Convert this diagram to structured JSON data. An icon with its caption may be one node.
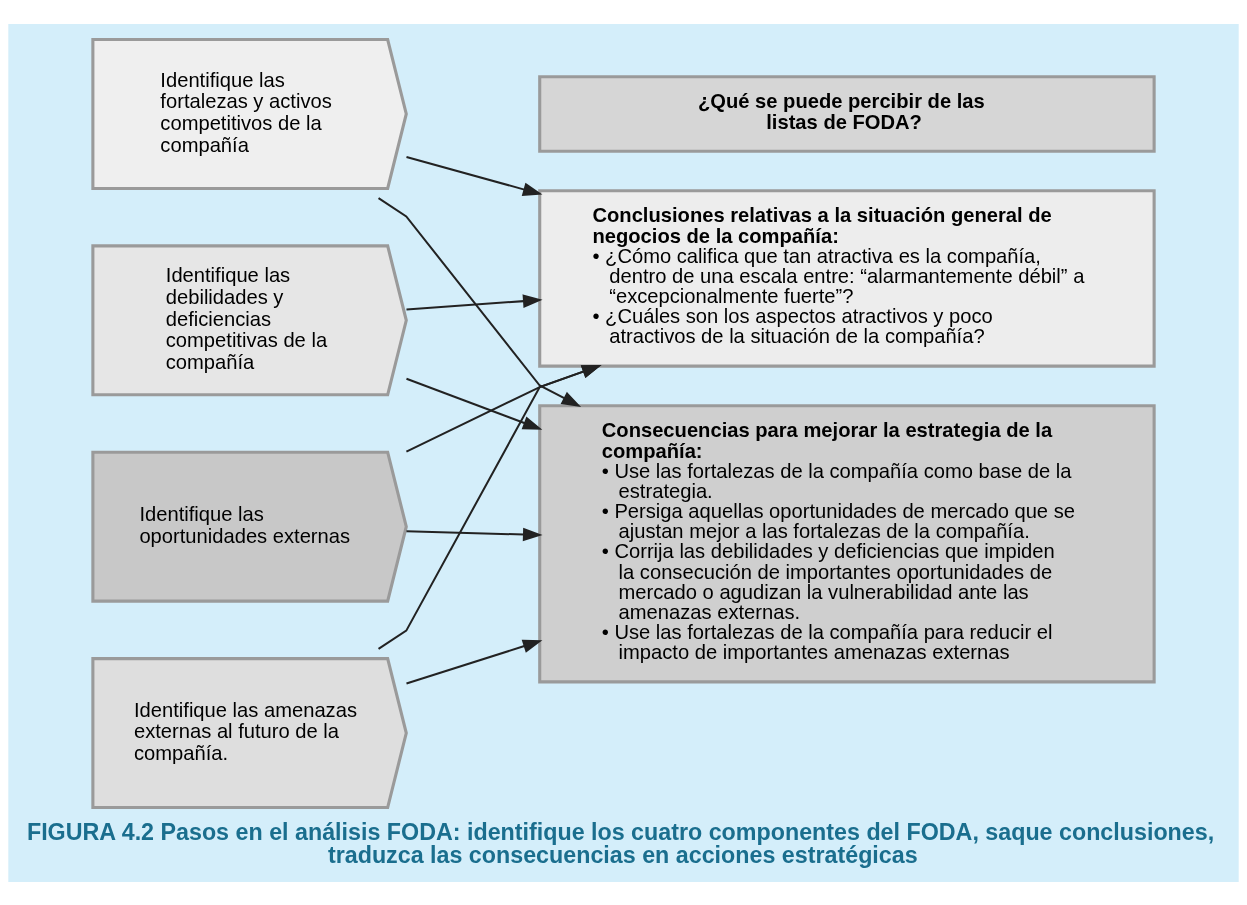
{
  "diagram": {
    "caption": "FIGURA 4.2 Pasos en el análisis FODA: identifique los cuatro componentes del FODA, saque conclusiones, traduzca las consecuencias en acciones estratégicas",
    "nodes": [
      {
        "text": [
          "Identifique las fortalezas y activos competitivos de la compañía"
        ]
      },
      {
        "text": [
          "Identifique las debilidades y deficiencias competitivas de la compañía"
        ]
      },
      {
        "text": [
          "Identifique las oportunidades externas"
        ]
      },
      {
        "text": [
          "Identifique las amenazas externas al futuro de la compañía."
        ]
      },
      {
        "text": [
          "¿Qué se puede percibir de las listas de FODA?"
        ]
      },
      {
        "text": [
          "Conclusiones relativas a la situación general de negocios de la compañía:",
          "• ¿Cómo califica que tan atractiva es la compañía, dentro de una escala entre: “alarmantemente débil” a “excepcionalmente fuerte”?",
          "• ¿Cuáles son los aspectos atractivos y poco atractivos de la situación de la compañía?"
        ]
      },
      {
        "text": [
          "Consecuencias para mejorar la estrategia de la compañía:",
          "• Use las fortalezas de la compañía como base de la estrategia.",
          "• Persiga aquellas oportunidades de mercado que se ajustan mejor a las fortalezas de la compañía.",
          "• Corrija las debilidades y deficiencias que impiden la consecución de importantes oportunidades de mercado o agudizan la vulnerabilidad ante las amenazas externas.",
          "• Use las fortalezas de la compañía para reducir el impacto de importantes amenazas externas"
        ]
      }
    ],
    "edges": [
      {
        "from": 0,
        "to": 5,
        "arrow": "to"
      },
      {
        "from": 1,
        "to": 5,
        "arrow": "to"
      },
      {
        "from": 2,
        "to": 5,
        "arrow": "to"
      },
      {
        "from": 3,
        "to": 5,
        "arrow": "to"
      },
      {
        "from": 0,
        "to": 6,
        "arrow": "to"
      },
      {
        "from": 1,
        "to": 6,
        "arrow": "to"
      },
      {
        "from": 2,
        "to": 6,
        "arrow": "to"
      },
      {
        "from": 3,
        "to": 6,
        "arrow": "to"
      }
    ]
  }
}
